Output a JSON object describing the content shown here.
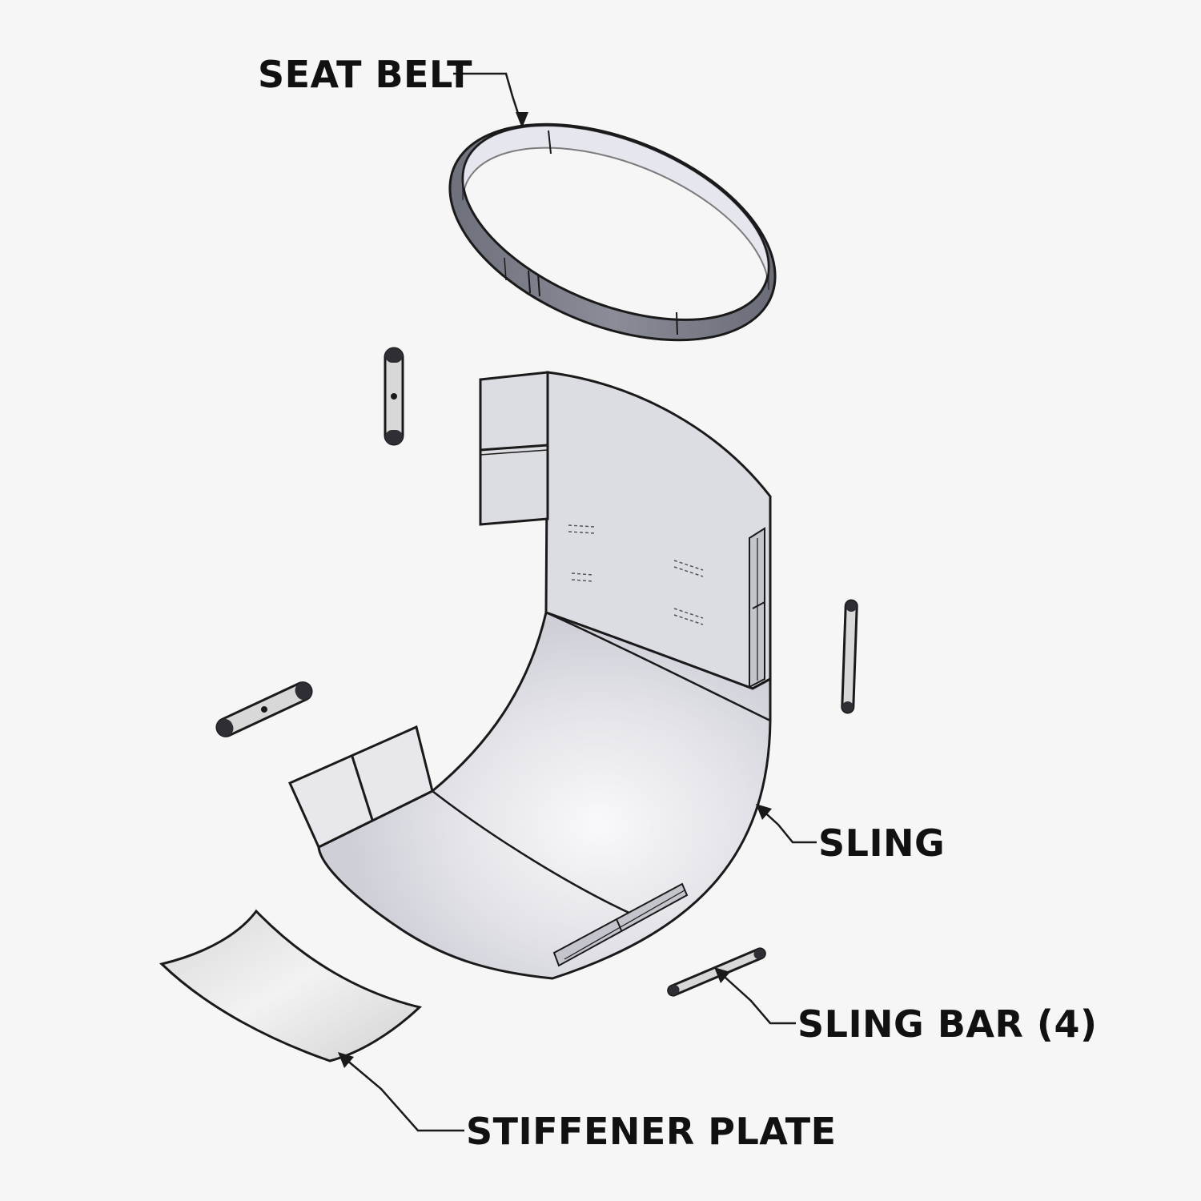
{
  "labels": {
    "seat_belt": "SEAT BELT",
    "sling": "SLING",
    "sling_bar": "SLING BAR (4)",
    "stiffener_plate": "STIFFENER PLATE"
  },
  "colors": {
    "background": "#f6f6f6",
    "outline": "#1a1a1a",
    "belt_band": "#7c7e8a",
    "belt_inner": "#d9d9ea",
    "sling_fill": "#dcdce3",
    "sling_highlight": "#f7f7f9",
    "bar_fill": "#d8d8d8",
    "bar_cap": "#2e2e34",
    "plate_fill": "#e7e7e7"
  }
}
